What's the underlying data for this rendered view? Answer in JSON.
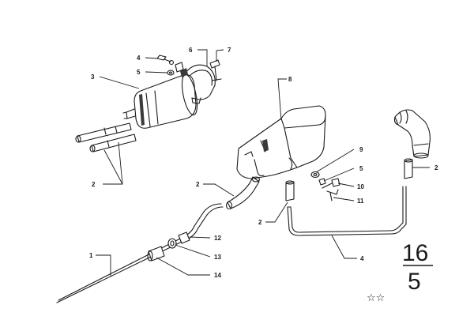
{
  "callouts": {
    "c1": "1",
    "c2a": "2",
    "c2b": "2",
    "c2c": "2",
    "c2d": "2",
    "c3": "3",
    "c4": "4",
    "c5a": "5",
    "c5b": "5",
    "c6": "6",
    "c7": "7",
    "c8": "8",
    "c9": "9",
    "c10": "10",
    "c11": "11",
    "c12": "12",
    "c13": "13",
    "c14": "14"
  },
  "page": {
    "top": "16",
    "bottom": "5",
    "marks": "☆☆"
  }
}
